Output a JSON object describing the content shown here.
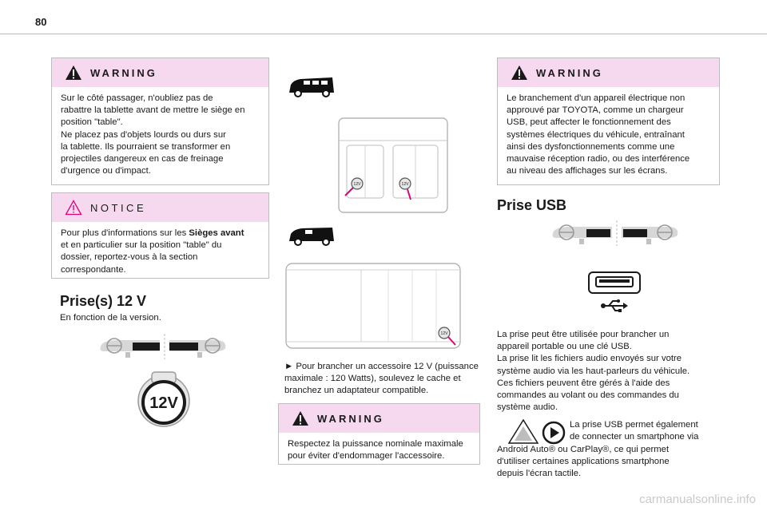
{
  "page_number": "80",
  "warning_1": {
    "title": "WARNING",
    "lines": [
      "Sur le côté passager, n'oubliez pas de",
      "rabattre la tablette avant de mettre le siège en",
      "position \"table\".",
      "Ne placez pas d'objets lourds ou durs sur",
      "la tablette. Ils pourraient se transformer en",
      "projectiles dangereux en cas de freinage",
      "d'urgence ou d'impact."
    ]
  },
  "notice": {
    "title": "NOTICE",
    "line1_prefix": "Pour plus d'informations sur les ",
    "line1_bold": "Sièges avant",
    "lines": [
      "et en particulier sur la position \"table\" du",
      "dossier, reportez-vous à la section",
      "correspondante."
    ]
  },
  "prise12v": {
    "heading": "Prise(s) 12 V",
    "intro": "En fonction de la version.",
    "socket_label": "12V",
    "marker_label": "12V"
  },
  "middle": {
    "instruction_lines": [
      "► Pour brancher un accessoire 12 V (puissance",
      "maximale : 120 Watts), soulevez le cache et",
      "branchez un adaptateur compatible."
    ],
    "warning_title": "WARNING",
    "warning_lines": [
      "Respectez la puissance nominale maximale",
      "pour éviter d'endommager l'accessoire."
    ]
  },
  "warning_3": {
    "title": "WARNING",
    "lines": [
      "Le branchement d'un appareil électrique non",
      "approuvé par TOYOTA, comme un chargeur",
      "USB, peut affecter le fonctionnement des",
      "systèmes électriques du véhicule, entraînant",
      "ainsi des dysfonctionnements comme une",
      "mauvaise réception radio, ou des interférence",
      "au niveau des affichages sur les écrans."
    ]
  },
  "usb": {
    "heading": "Prise USB",
    "body_lines": [
      "La prise peut être utilisée pour brancher un",
      "appareil portable ou une clé USB.",
      "La prise lit les fichiers audio envoyés sur votre",
      "système audio via les haut-parleurs du véhicule.",
      "Ces fichiers peuvent être gérés à l'aide des",
      "commandes au volant ou des commandes du",
      "système audio."
    ],
    "side_lines": [
      "La prise USB permet également",
      "de connecter un smartphone via"
    ],
    "tail_lines": [
      "Android Auto® ou CarPlay®, ce qui permet",
      "d'utiliser certaines applications smartphone",
      "depuis l'écran tactile."
    ]
  },
  "footer": "carmanualsonline.info",
  "colors": {
    "warning_header": "#f6d9ee",
    "accent_pink": "#e0007a"
  }
}
